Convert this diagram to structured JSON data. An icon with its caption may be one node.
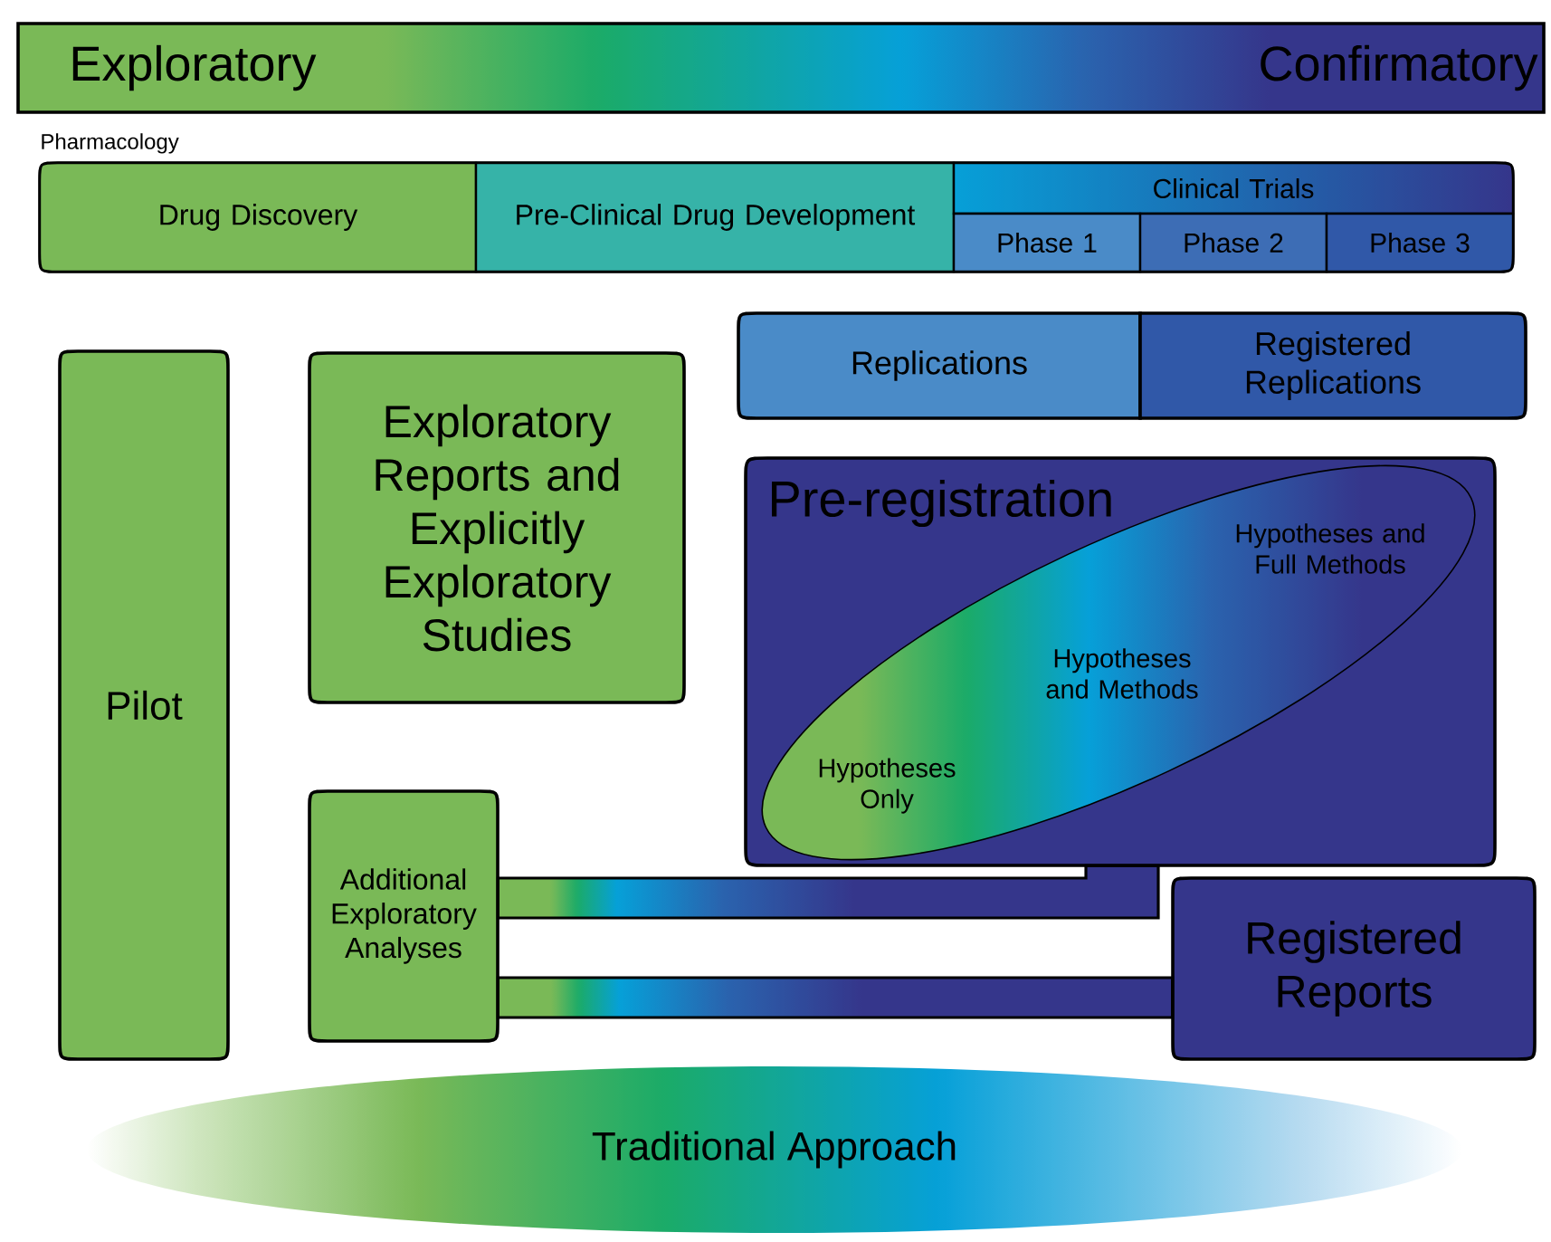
{
  "diagram": {
    "nodes": [
      {
        "text": [
          "Exploratory",
          "Confirmatory"
        ]
      },
      {
        "text": [
          "Pharmacology"
        ]
      },
      {
        "text": [
          "Drug Discovery"
        ],
        "in": 1
      },
      {
        "text": [
          "Pre-Clinical Drug Development"
        ],
        "in": 1
      },
      {
        "text": [
          "Clinical Trials"
        ],
        "in": 1
      },
      {
        "text": [
          "Phase 1"
        ],
        "in": 1
      },
      {
        "text": [
          "Phase 2"
        ],
        "in": 1
      },
      {
        "text": [
          "Phase 3"
        ],
        "in": 1
      },
      {
        "text": [
          "Pilot"
        ]
      },
      {
        "text": [
          "Exploratory Reports and Explicitly Exploratory Studies"
        ]
      },
      {
        "text": [
          "Replications"
        ]
      },
      {
        "text": [
          "Registered Replications"
        ]
      },
      {
        "text": [
          "Pre-registration"
        ]
      },
      {
        "text": [
          "Hypotheses Only",
          "Hypotheses and Methods",
          "Hypotheses and Full Methods"
        ],
        "in": 12
      },
      {
        "text": [
          "Additional Exploratory Analyses"
        ]
      },
      {
        "text": [
          "Registered Reports"
        ]
      },
      {
        "text": [
          "Traditional Approach"
        ]
      }
    ],
    "edges": [
      {
        "from": 14,
        "to": 12,
        "arrow": "none",
        "style": "thick"
      },
      {
        "from": 14,
        "to": 15,
        "arrow": "none",
        "style": "thick"
      }
    ]
  }
}
